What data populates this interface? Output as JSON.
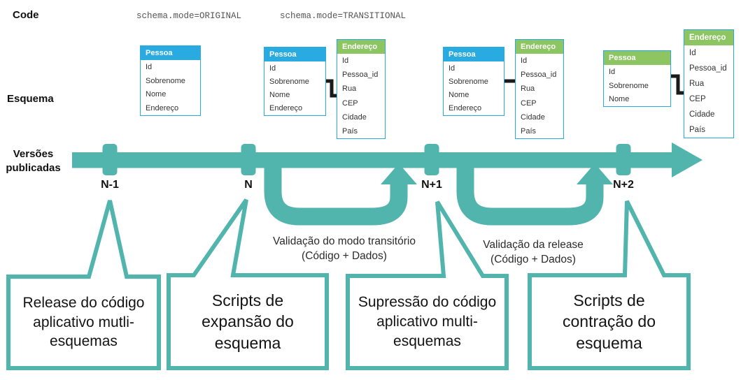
{
  "header": {
    "code_label": "Code",
    "schema_mode_original": "schema.mode=ORIGINAL",
    "schema_mode_transitional": "schema.mode=TRANSITIONAL"
  },
  "left_labels": {
    "esquema": "Esquema",
    "versoes_publicadas": "Versões publicadas"
  },
  "timeline": {
    "tick_labels": [
      "N-1",
      "N",
      "N+1",
      "N+2"
    ]
  },
  "validations": [
    {
      "title": "Validação do modo transitório",
      "subtitle": "(Código + Dados)"
    },
    {
      "title": "Validação da release",
      "subtitle": "(Código + Dados)"
    }
  ],
  "callouts": [
    {
      "text": "Release do código aplicativo mutli-esquemas"
    },
    {
      "text": "Scripts de expansão do esquema"
    },
    {
      "text": "Supressão do código aplicativo multi-esquemas"
    },
    {
      "text": "Scripts de contração do esquema"
    }
  ],
  "schema_groups": [
    {
      "tables": [
        {
          "name": "Pessoa",
          "header_color": "#29ABE2",
          "columns": [
            "Id",
            "Sobrenome",
            "Nome",
            "Endereço"
          ]
        }
      ]
    },
    {
      "tables": [
        {
          "name": "Pessoa",
          "header_color": "#29ABE2",
          "columns": [
            "Id",
            "Sobrenome",
            "Nome",
            "Endereço"
          ]
        },
        {
          "name": "Endereço",
          "header_color": "#8DC563",
          "columns": [
            "Id",
            "Pessoa_id",
            "Rua",
            "CEP",
            "Cidade",
            "País"
          ]
        }
      ]
    },
    {
      "tables": [
        {
          "name": "Pessoa",
          "header_color": "#29ABE2",
          "columns": [
            "Id",
            "Sobrenome",
            "Nome",
            "Endereço"
          ]
        },
        {
          "name": "Endereço",
          "header_color": "#8DC563",
          "columns": [
            "Id",
            "Pessoa_id",
            "Rua",
            "CEP",
            "Cidade",
            "País"
          ]
        }
      ]
    },
    {
      "tables": [
        {
          "name": "Pessoa",
          "header_color": "#8DC563",
          "columns": [
            "Id",
            "Sobrenome",
            "Nome"
          ]
        },
        {
          "name": "Endereço",
          "header_color": "#8DC563",
          "columns": [
            "Id",
            "Pessoa_id",
            "Rua",
            "CEP",
            "Cidade",
            "País"
          ]
        }
      ]
    }
  ],
  "colors": {
    "timeline_teal": "#52B5AD",
    "table_border_blue": "#29ABE2",
    "table_header_blue": "#29ABE2",
    "table_header_green": "#8DC563",
    "connector_black": "#1A1A1A",
    "code_text_gray": "#555555"
  }
}
